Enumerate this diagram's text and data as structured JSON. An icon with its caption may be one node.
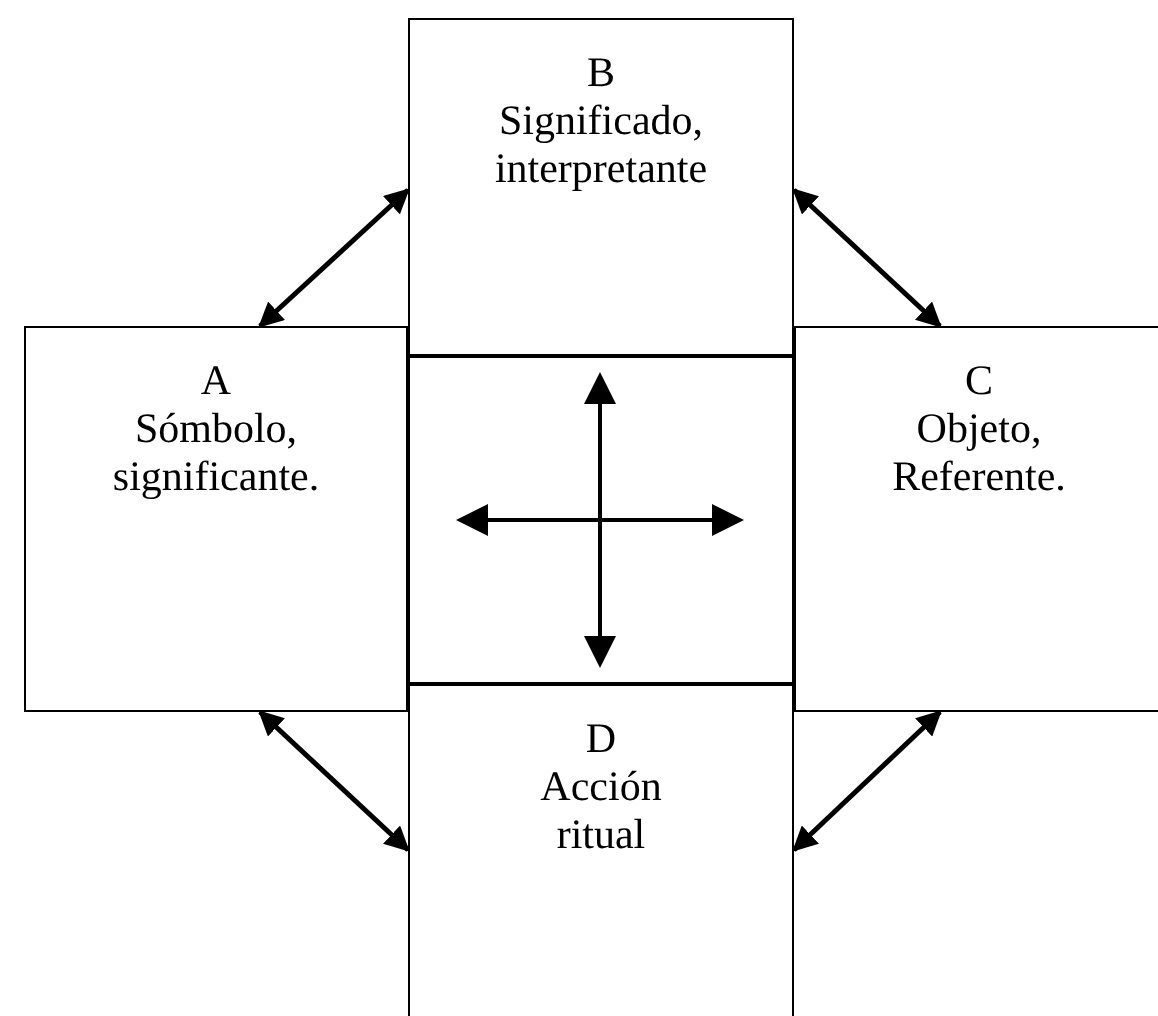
{
  "diagram": {
    "nodes": [
      {
        "text": [
          "B",
          "Significado, interpretante"
        ]
      },
      {
        "text": [
          "A",
          "Sómbolo, significante."
        ]
      },
      {
        "text": [],
        "shape": "box"
      },
      {
        "text": [
          "C",
          "Objeto, Referente."
        ]
      },
      {
        "text": [
          "D",
          "Acción ritual"
        ]
      }
    ],
    "edges": [
      {
        "from": 1,
        "to": 0,
        "arrow": "both"
      },
      {
        "from": 0,
        "to": 3,
        "arrow": "both"
      },
      {
        "from": 1,
        "to": 4,
        "arrow": "both"
      },
      {
        "from": 4,
        "to": 3,
        "arrow": "both"
      }
    ]
  }
}
